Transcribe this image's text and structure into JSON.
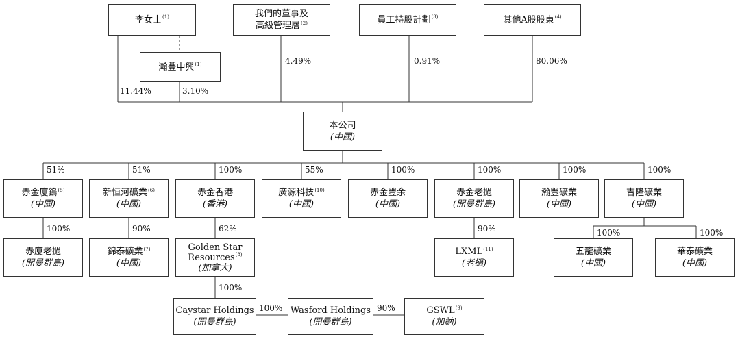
{
  "nodes": {
    "li": {
      "name": "李女士",
      "fn": "(1)",
      "sub": ""
    },
    "directors": {
      "name": "我們的董事及",
      "name2": "高級管理層",
      "fn": "(2)",
      "sub": ""
    },
    "esop": {
      "name": "員工持股計劃",
      "fn": "(3)",
      "sub": ""
    },
    "other_a": {
      "name": "其他A股股東",
      "fn": "(4)",
      "sub": ""
    },
    "hanfeng": {
      "name": "瀚豐中興",
      "fn": "(1)",
      "sub": ""
    },
    "company": {
      "name": "本公司",
      "fn": "",
      "sub": "(中國)"
    },
    "cjxw": {
      "name": "赤金廈鎢",
      "fn": "(5)",
      "sub": "(中國)"
    },
    "xhh": {
      "name": "新恒河礦業",
      "fn": "(6)",
      "sub": "(中國)"
    },
    "cjhk": {
      "name": "赤金香港",
      "fn": "",
      "sub": "(香港)"
    },
    "gykj": {
      "name": "廣源科技",
      "fn": "(10)",
      "sub": "(中國)"
    },
    "cjfy": {
      "name": "赤金豐余",
      "fn": "",
      "sub": "(中國)"
    },
    "cjlw": {
      "name": "赤金老撾",
      "fn": "",
      "sub": "(開曼群島)"
    },
    "hfky": {
      "name": "瀚豐礦業",
      "fn": "",
      "sub": "(中國)"
    },
    "jlky": {
      "name": "吉隆礦業",
      "fn": "",
      "sub": "(中國)"
    },
    "cxlw": {
      "name": "赤廈老撾",
      "fn": "",
      "sub": "(開曼群島)"
    },
    "jtky": {
      "name": "錦泰礦業",
      "fn": "(7)",
      "sub": "(中國)"
    },
    "gsr": {
      "name": "Golden Star",
      "name2": "Resources",
      "fn": "(8)",
      "sub": "(加拿大)"
    },
    "lxml": {
      "name": "LXML",
      "fn": "(11)",
      "sub": "(老撾)"
    },
    "wlky": {
      "name": "五龍礦業",
      "fn": "",
      "sub": "(中國)"
    },
    "htky": {
      "name": "華泰礦業",
      "fn": "",
      "sub": "(中國)"
    },
    "caystar": {
      "name": "Caystar Holdings",
      "fn": "",
      "sub": "(開曼群島)"
    },
    "wasford": {
      "name": "Wasford Holdings",
      "fn": "",
      "sub": "(開曼群島)"
    },
    "gswl": {
      "name": "GSWL",
      "fn": "(9)",
      "sub": "(加納)"
    }
  },
  "percentages": {
    "li": "11.44%",
    "hanfeng": "3.10%",
    "directors": "4.49%",
    "esop": "0.91%",
    "other_a": "80.06%",
    "cjxw": "51%",
    "xhh": "51%",
    "cjhk": "100%",
    "gykj": "55%",
    "cjfy": "100%",
    "cjlw": "100%",
    "hfky": "100%",
    "jlky": "100%",
    "cxlw": "100%",
    "jtky": "90%",
    "gsr": "62%",
    "lxml": "90%",
    "wlky": "100%",
    "htky": "100%",
    "caystar": "100%",
    "wasford": "100%",
    "gswl": "90%"
  }
}
